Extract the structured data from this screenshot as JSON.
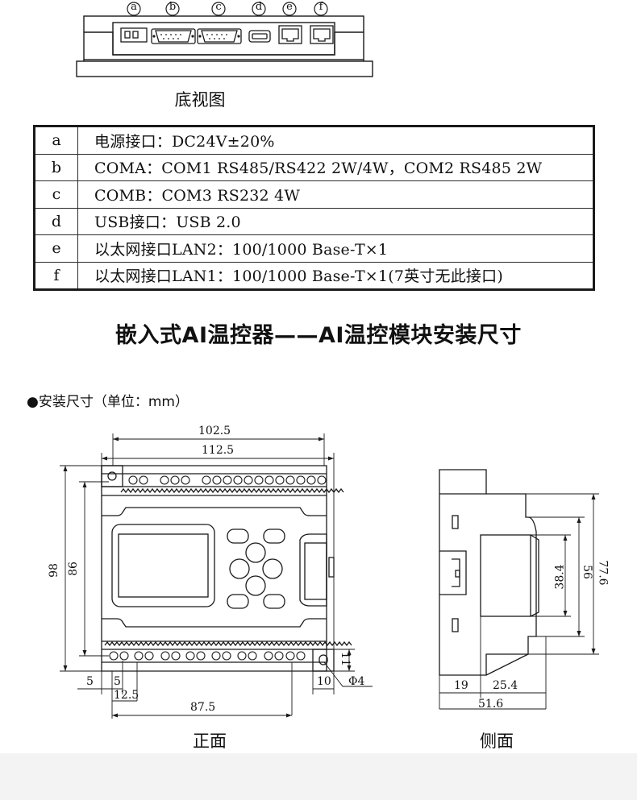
{
  "bottom_view": {
    "caption": "底视图",
    "port_markers": [
      "a",
      "b",
      "c",
      "d",
      "e",
      "f"
    ]
  },
  "ports_table": {
    "rows": [
      {
        "key": "a",
        "desc": "电源接口：DC24V±20%"
      },
      {
        "key": "b",
        "desc": "COMA：COM1 RS485/RS422 2W/4W，COM2 RS485 2W"
      },
      {
        "key": "c",
        "desc": "COMB：COM3 RS232 4W"
      },
      {
        "key": "d",
        "desc": "USB接口：USB 2.0"
      },
      {
        "key": "e",
        "desc": "以太网接口LAN2：100/1000 Base-T×1"
      },
      {
        "key": "f",
        "desc": "以太网接口LAN1：100/1000 Base-T×1(7英寸无此接口)"
      }
    ]
  },
  "section_title": "嵌入式AI温控器——AI温控模块安装尺寸",
  "dimensions_heading": "●安装尺寸（单位：mm）",
  "front_view": {
    "caption": "正面",
    "dims": {
      "w_102_5": "102.5",
      "w_112_5": "112.5",
      "h_98": "98",
      "h_86": "86",
      "d_5a": "5",
      "d_5b": "5",
      "d_12_5": "12.5",
      "d_87_5": "87.5",
      "d_10": "10",
      "d_11": "11",
      "d_phi4": "Φ4"
    }
  },
  "side_view": {
    "caption": "侧面",
    "dims": {
      "d_38_4": "38.4",
      "d_56": "56",
      "d_77_6": "77.6",
      "d_19": "19",
      "d_25_4": "25.4",
      "d_51_6": "51.6"
    }
  },
  "colors": {
    "line": "#1a1a1a",
    "band": "#f3f3f3"
  }
}
